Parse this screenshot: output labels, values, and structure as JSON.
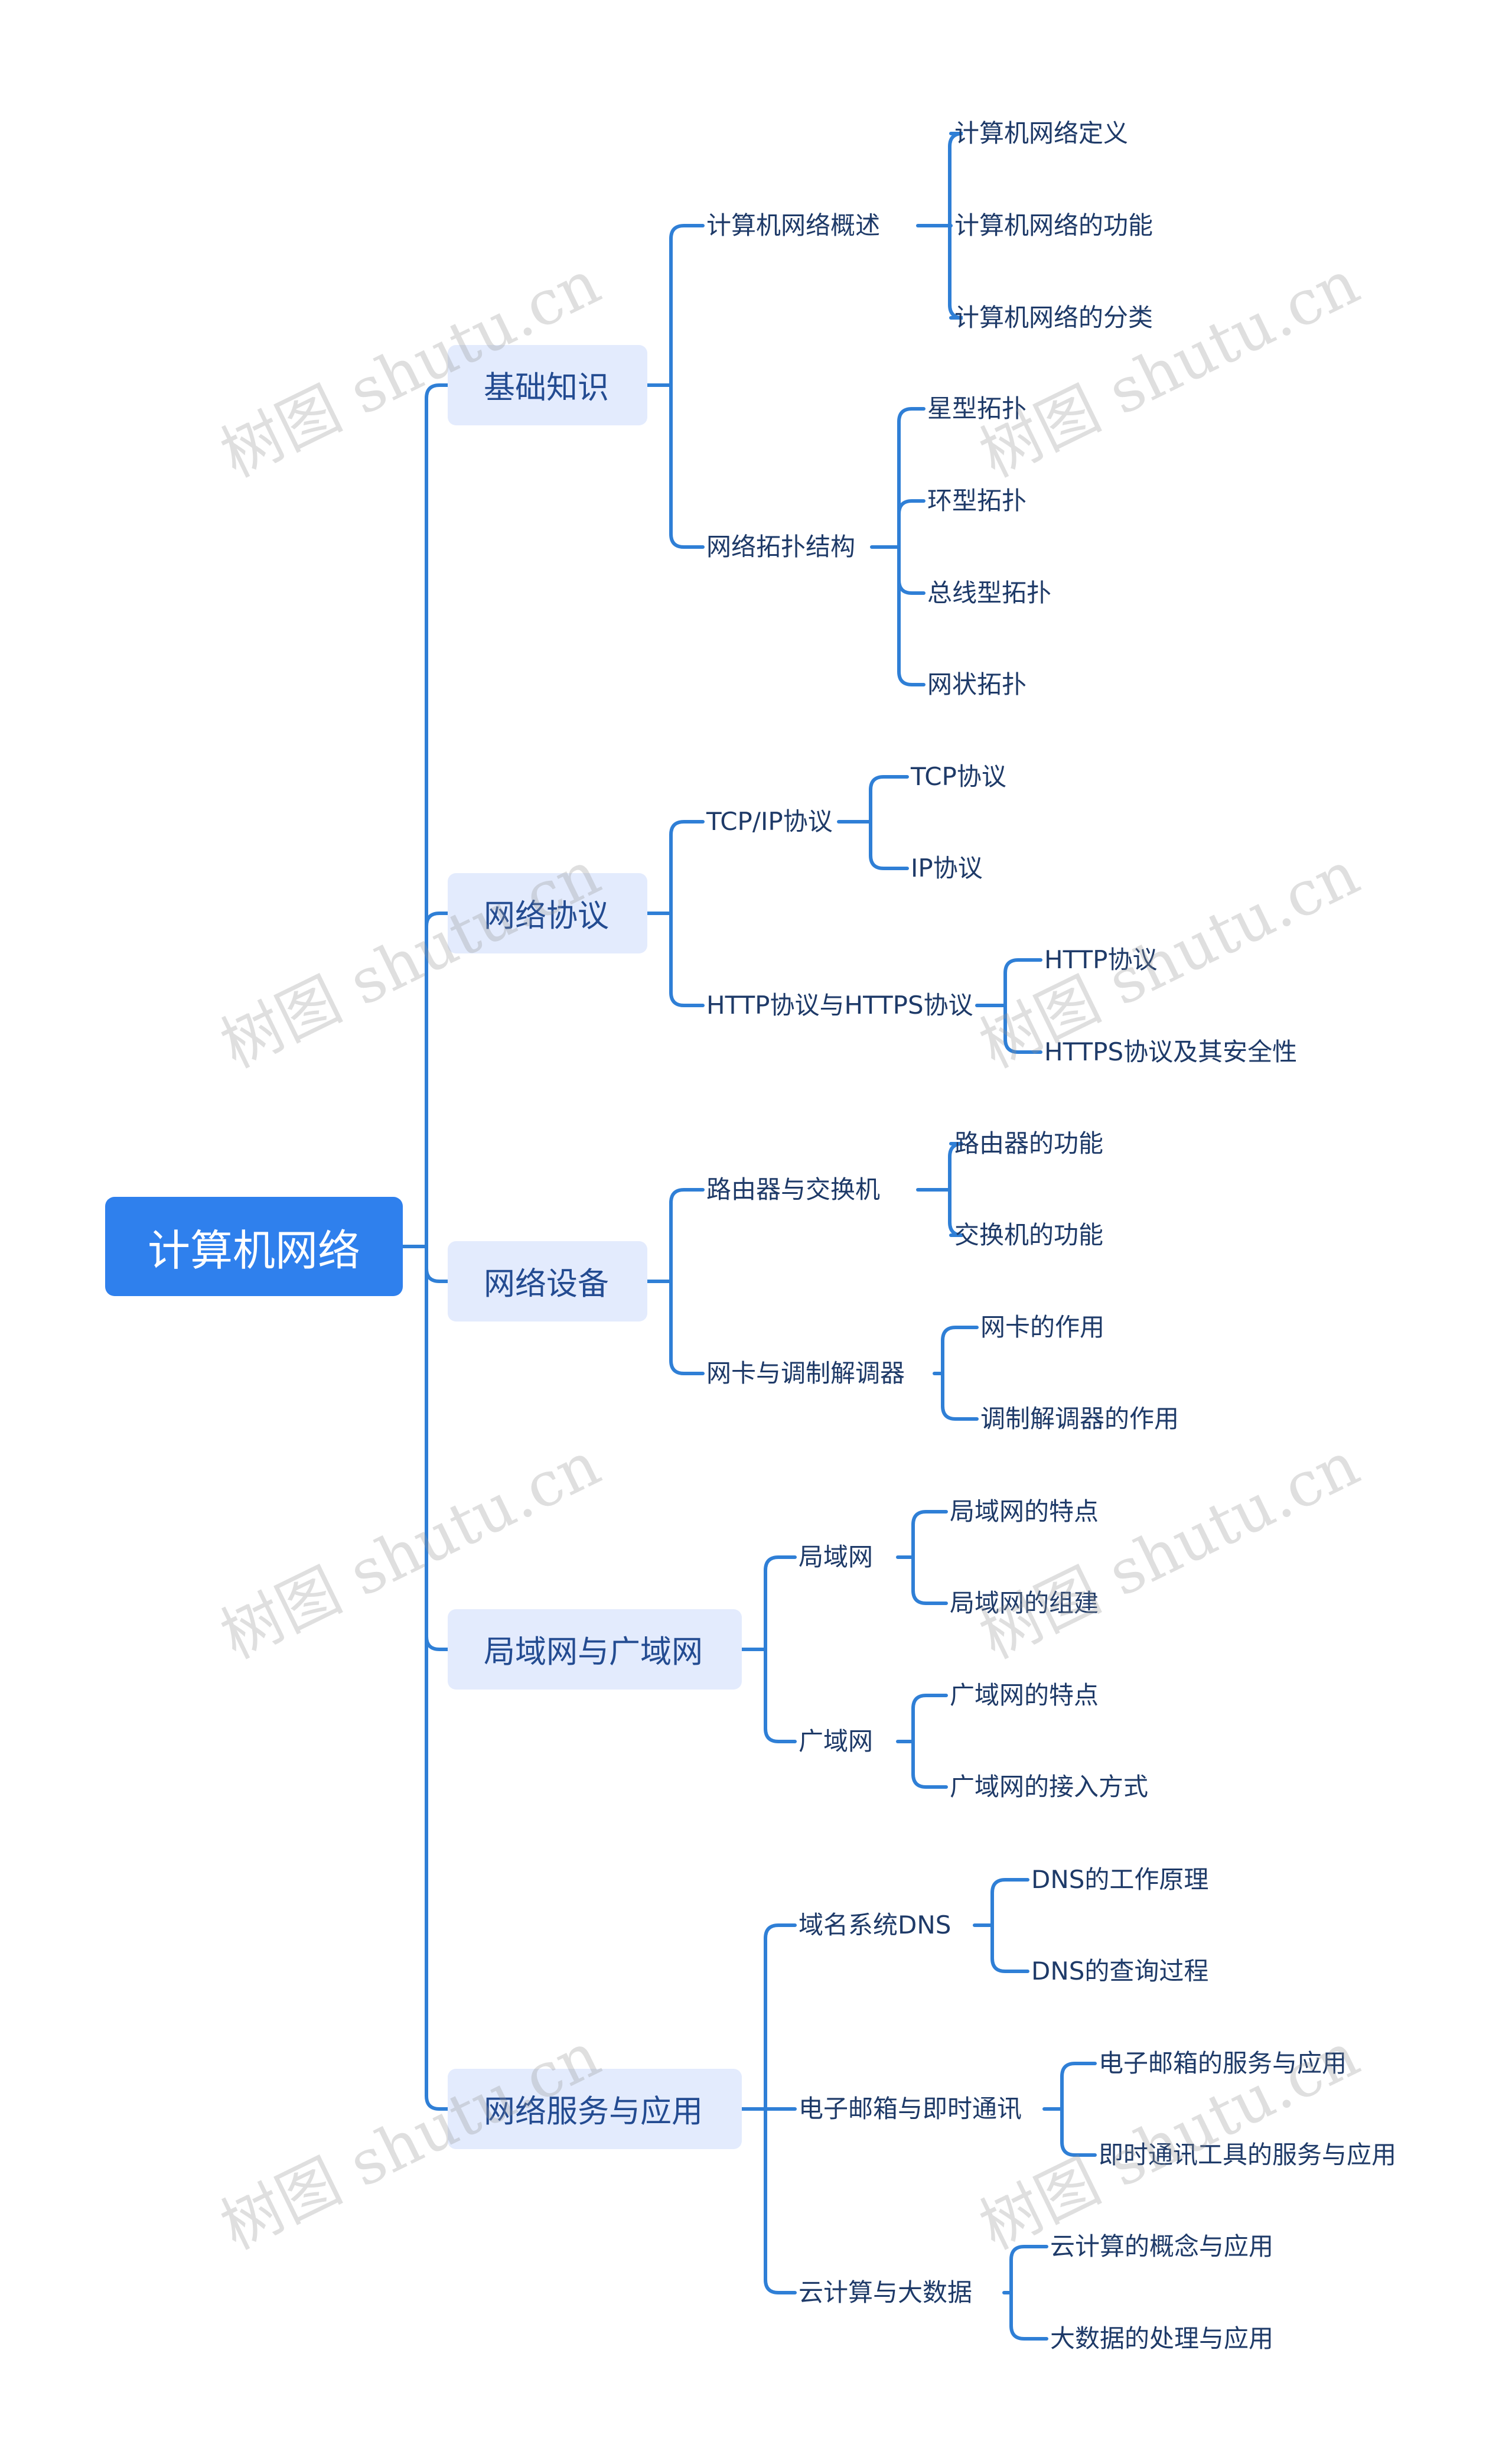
{
  "root": "计算机网络",
  "branches": [
    {
      "label": "基础知识",
      "children": [
        {
          "label": "计算机网络概述",
          "children": [
            "计算机网络定义",
            "计算机网络的功能",
            "计算机网络的分类"
          ]
        },
        {
          "label": "网络拓扑结构",
          "children": [
            "星型拓扑",
            "环型拓扑",
            "总线型拓扑",
            "网状拓扑"
          ]
        }
      ]
    },
    {
      "label": "网络协议",
      "children": [
        {
          "label": "TCP/IP协议",
          "children": [
            "TCP协议",
            "IP协议"
          ]
        },
        {
          "label": "HTTP协议与HTTPS协议",
          "children": [
            "HTTP协议",
            "HTTPS协议及其安全性"
          ]
        }
      ]
    },
    {
      "label": "网络设备",
      "children": [
        {
          "label": "路由器与交换机",
          "children": [
            "路由器的功能",
            "交换机的功能"
          ]
        },
        {
          "label": "网卡与调制解调器",
          "children": [
            "网卡的作用",
            "调制解调器的作用"
          ]
        }
      ]
    },
    {
      "label": "局域网与广域网",
      "children": [
        {
          "label": "局域网",
          "children": [
            "局域网的特点",
            "局域网的组建"
          ]
        },
        {
          "label": "广域网",
          "children": [
            "广域网的特点",
            "广域网的接入方式"
          ]
        }
      ]
    },
    {
      "label": "网络服务与应用",
      "children": [
        {
          "label": "域名系统DNS",
          "children": [
            "DNS的工作原理",
            "DNS的查询过程"
          ]
        },
        {
          "label": "电子邮箱与即时通讯",
          "children": [
            "电子邮箱的服务与应用",
            "即时通讯工具的服务与应用"
          ]
        },
        {
          "label": "云计算与大数据",
          "children": [
            "云计算的概念与应用",
            "大数据的处理与应用"
          ]
        }
      ]
    }
  ],
  "watermark": "树图 shutu.cn",
  "colors": {
    "line": "#2f7fd6",
    "root_bg": "#2f80ed",
    "l1_bg": "#e3ebfd",
    "l1_text": "#234b91",
    "text": "#1e3a68"
  }
}
